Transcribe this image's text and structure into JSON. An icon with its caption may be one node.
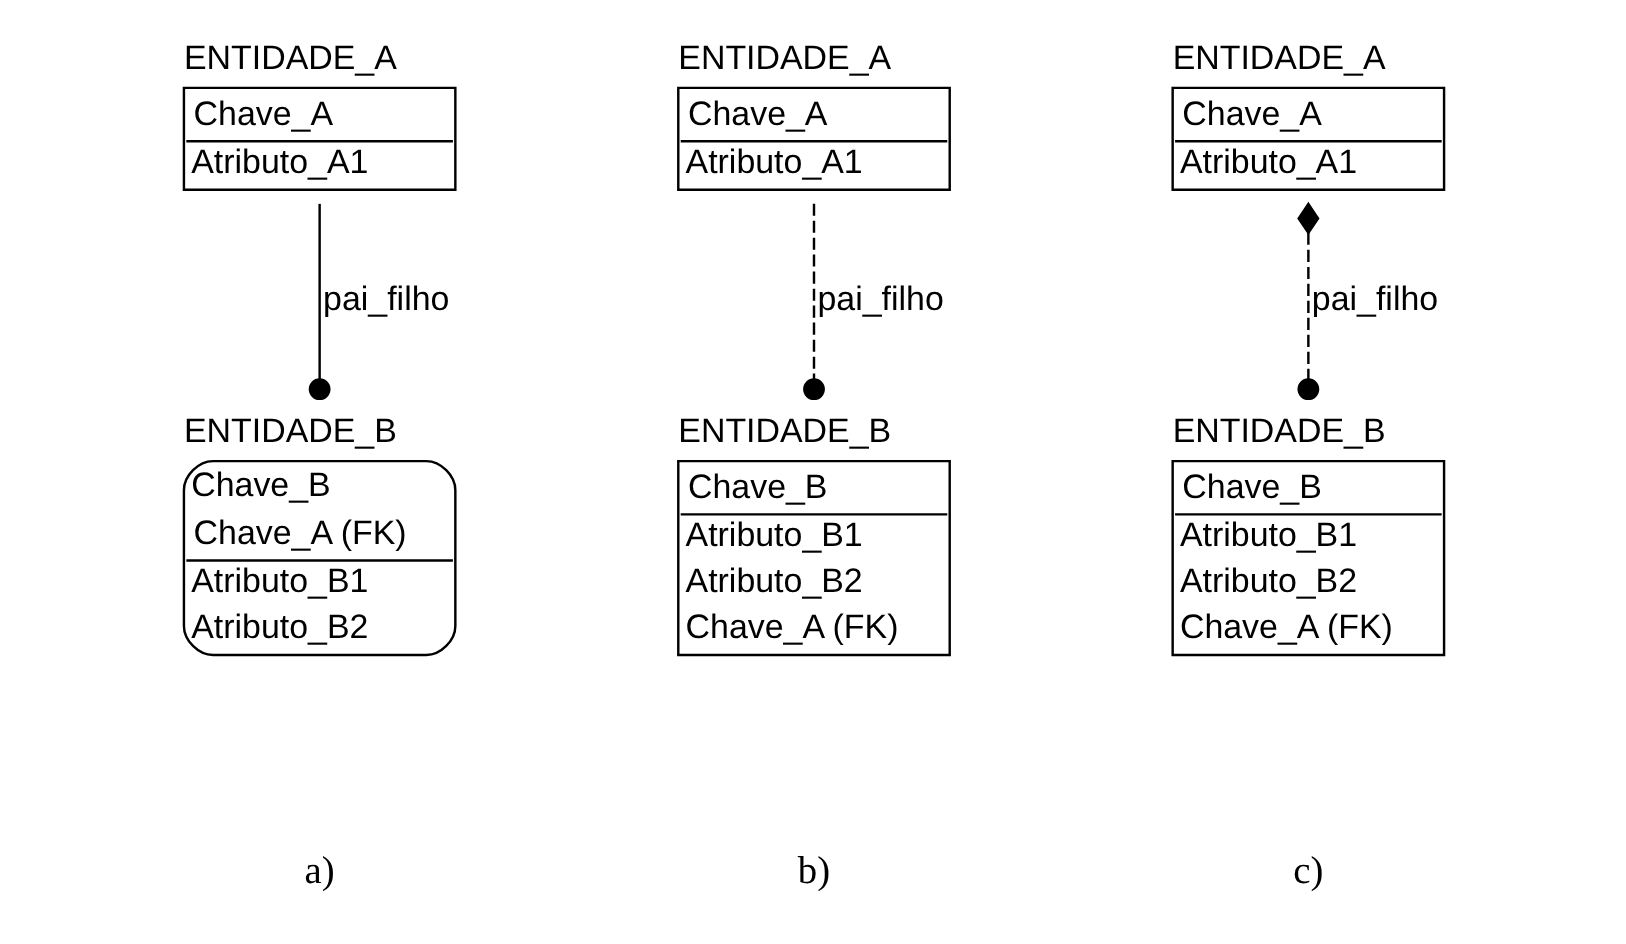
{
  "diagram": {
    "nodes": [
      {
        "text": [
          "ENTIDADE_A",
          "Chave_A",
          "Atributo_A1"
        ]
      },
      {
        "text": [
          "ENTIDADE_A",
          "Chave_A",
          "Atributo_A1"
        ]
      },
      {
        "text": [
          "ENTIDADE_A",
          "Chave_A",
          "Atributo_A1"
        ]
      },
      {
        "text": [
          "ENTIDADE_B",
          "Chave_B",
          "Chave_A (FK)",
          "Atributo_B1",
          "Atributo_B2"
        ]
      },
      {
        "text": [
          "ENTIDADE_B",
          "Chave_B",
          "Atributo_B1",
          "Atributo_B2",
          "Chave_A (FK)"
        ]
      },
      {
        "text": [
          "ENTIDADE_B",
          "Chave_B",
          "Atributo_B1",
          "Atributo_B2",
          "Chave_A (FK)"
        ]
      }
    ],
    "edges": [
      {
        "from": 0,
        "to": 3,
        "arrow": "other",
        "label": "pai_filho"
      },
      {
        "from": 1,
        "to": 4,
        "arrow": "other",
        "label": "pai_filho",
        "style": "dashed"
      },
      {
        "from": 2,
        "to": 5,
        "arrow": "other",
        "label": "pai_filho",
        "style": "dashed"
      }
    ],
    "labels": [
      "a)",
      "b)",
      "c)"
    ]
  }
}
